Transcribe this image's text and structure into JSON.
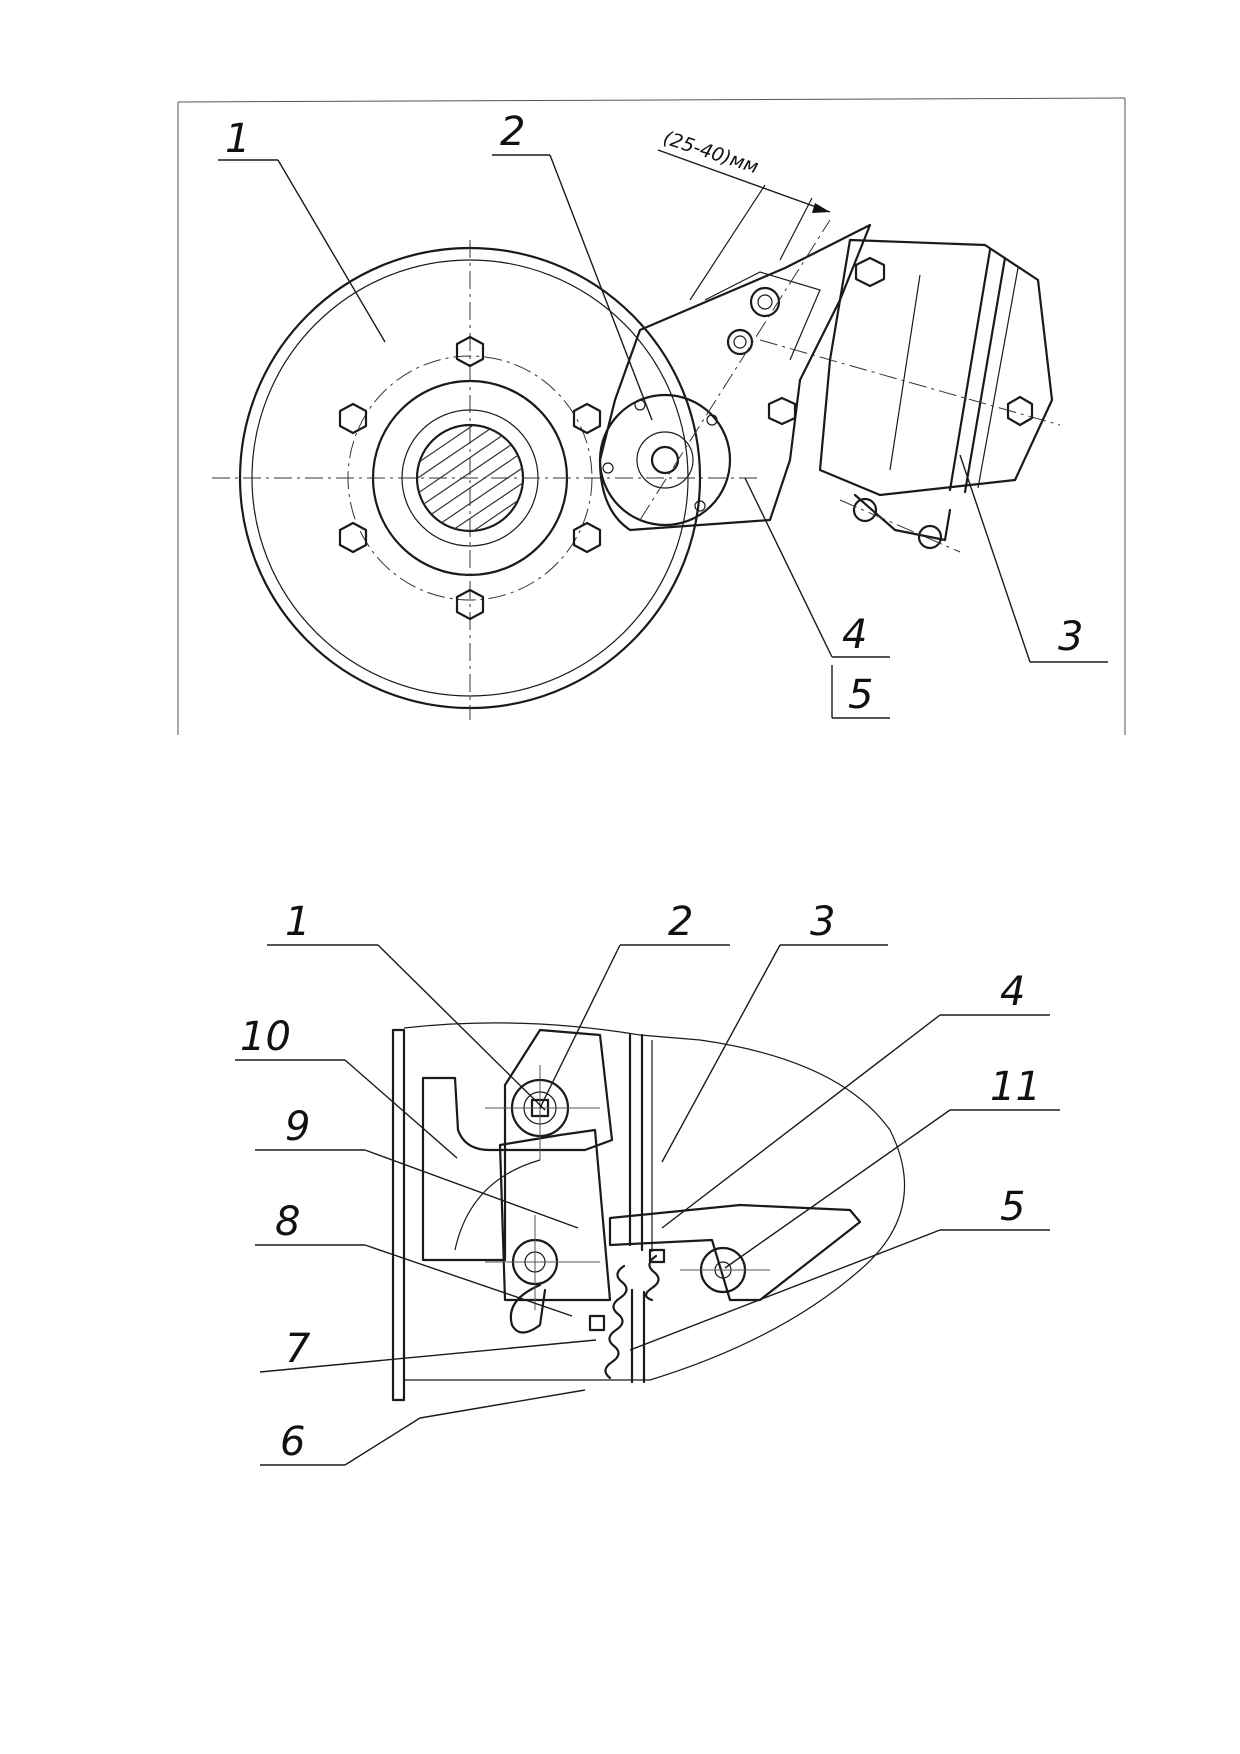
{
  "figure1": {
    "callouts": [
      "1",
      "2",
      "3",
      "4",
      "5"
    ],
    "dimension": "(25-40)мм"
  },
  "figure2": {
    "callouts": [
      "1",
      "2",
      "3",
      "4",
      "5",
      "6",
      "7",
      "8",
      "9",
      "10",
      "11"
    ]
  }
}
